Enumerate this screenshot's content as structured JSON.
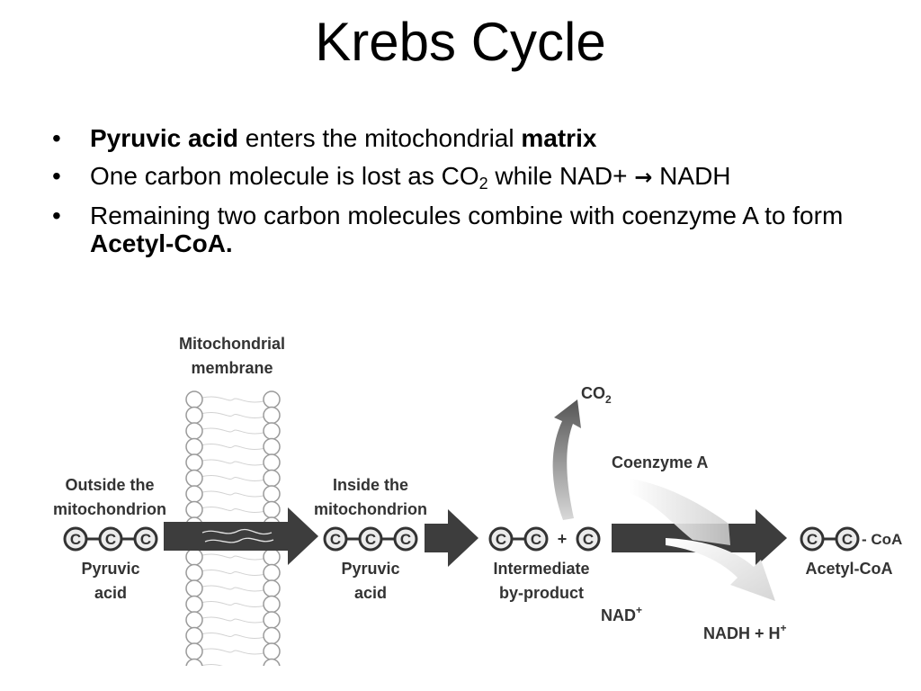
{
  "slide": {
    "title": "Krebs Cycle",
    "bullets": [
      {
        "b1": "Pyruvic acid",
        "t1": " enters the mitochondrial ",
        "b2": "matrix"
      },
      {
        "t1": "One carbon molecule is lost as CO",
        "sub": "2",
        "t2": " while NAD+ ",
        "arrow": "→",
        "t3": " NADH"
      },
      {
        "t1": "Remaining two carbon molecules combine with coenzyme A to form ",
        "b1": "Acetyl-CoA."
      }
    ]
  },
  "diagram": {
    "membrane_label": [
      "Mitochondrial",
      "membrane"
    ],
    "outside_label": [
      "Outside the",
      "mitochondrion"
    ],
    "inside_label": [
      "Inside the",
      "mitochondrion"
    ],
    "carbon_symbol": "C",
    "plus": "+",
    "pyruvic_label": [
      "Pyruvic",
      "acid"
    ],
    "intermediate_label": [
      "Intermediate",
      "by-product"
    ],
    "co2_base": "CO",
    "co2_sub": "2",
    "coenzyme_label": "Coenzyme A",
    "coa_suffix": "- CoA",
    "acetyl_label": "Acetyl-CoA",
    "nad_base": "NAD",
    "nad_sup": "+",
    "nadh_base": "NADH + H",
    "nadh_sup": "+"
  }
}
